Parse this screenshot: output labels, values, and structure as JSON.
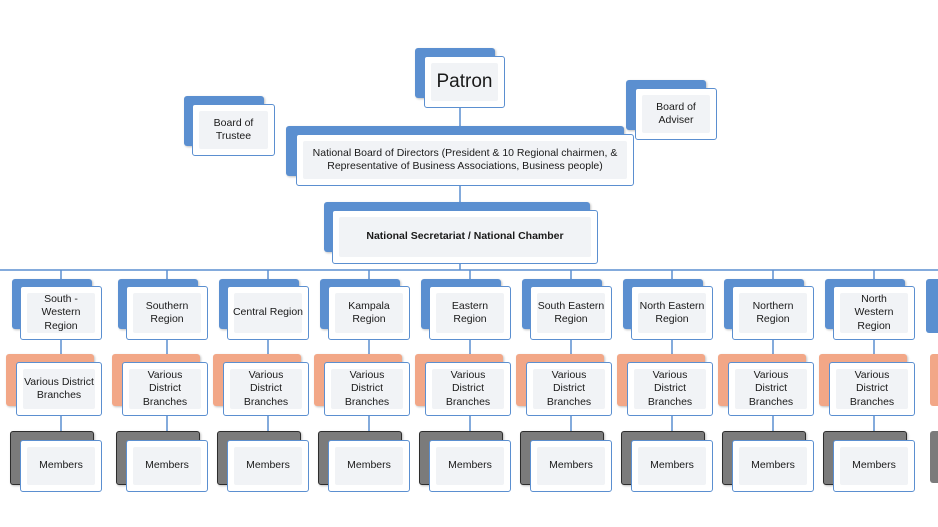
{
  "top": {
    "patron": "Patron",
    "board_of_trustee": "Board of\nTrustee",
    "board_of_adviser": "Board of\nAdviser",
    "national_board": "National Board of Directors (President & 10  Regional chairmen, &\nRepresentative of Business Associations, Business people)",
    "secretariat": "National Secretariat  / National Chamber"
  },
  "regions": [
    {
      "name": "South -\nWestern\nRegion",
      "branches": "Various District\nBranches",
      "members": "Members"
    },
    {
      "name": "Southern\nRegion",
      "branches": "Various\nDistrict\nBranches",
      "members": "Members"
    },
    {
      "name": "Central Region",
      "branches": "Various\nDistrict\nBranches",
      "members": "Members"
    },
    {
      "name": "Kampala\nRegion",
      "branches": "Various\nDistrict\nBranches",
      "members": "Members"
    },
    {
      "name": "Eastern\nRegion",
      "branches": "Various\nDistrict\nBranches",
      "members": "Members"
    },
    {
      "name": "South Eastern\nRegion",
      "branches": "Various\nDistrict\nBranches",
      "members": "Members"
    },
    {
      "name": "North Eastern\nRegion",
      "branches": "Various\nDistrict\nBranches",
      "members": "Members"
    },
    {
      "name": "Northern\nRegion",
      "branches": "Various\nDistrict\nBranches",
      "members": "Members"
    },
    {
      "name": "North\nWestern\nRegion",
      "branches": "Various\nDistrict\nBranches",
      "members": "Members"
    }
  ],
  "colors": {
    "blue": "#5b8fd0",
    "salmon": "#f2a787",
    "gray": "#7b7b7b",
    "line": "#5b8fd0"
  }
}
